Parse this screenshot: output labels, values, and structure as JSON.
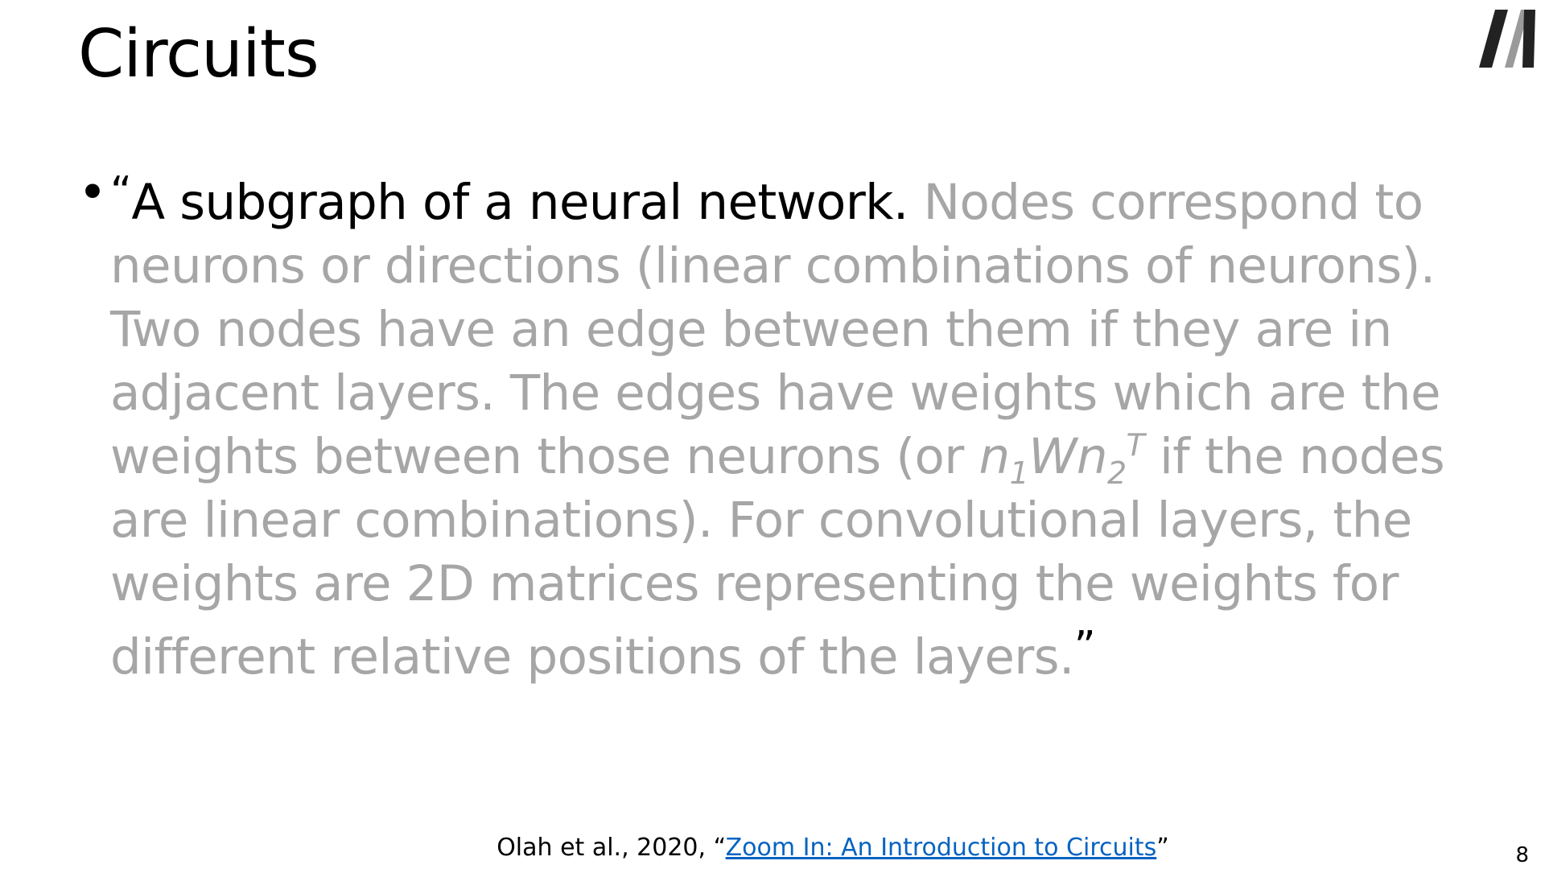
{
  "slide": {
    "title": "Circuits",
    "bullet": {
      "marker": "•",
      "open_quote": "“",
      "lead": "A subgraph of a neural network.",
      "body_before_formula": " Nodes correspond to neurons or directions (linear combinations of neurons). Two nodes have an edge between them if they are in adjacent layers. The edges have weights which are the weights between those neurons (or ",
      "formula": {
        "n": "n",
        "sub1": "1",
        "W": "W",
        "n2": "n",
        "sub2": "2",
        "sup": "T"
      },
      "body_after_formula": " if the nodes are linear combinations). For convolutional layers, the weights are 2D matrices representing the weights for different relative positions of the layers.",
      "close_quote": "”"
    },
    "citation": {
      "prefix": "Olah et al., 2020, “",
      "link_text": "Zoom In: An Introduction to Circuits",
      "suffix": "”"
    },
    "page_number": "8"
  },
  "colors": {
    "lead_text": "#000000",
    "faded_text": "#a6a6a6",
    "link": "#0563c1",
    "logo_dark": "#222222",
    "logo_light": "#9a9a9a"
  },
  "logo_icon": "m-logo-icon"
}
